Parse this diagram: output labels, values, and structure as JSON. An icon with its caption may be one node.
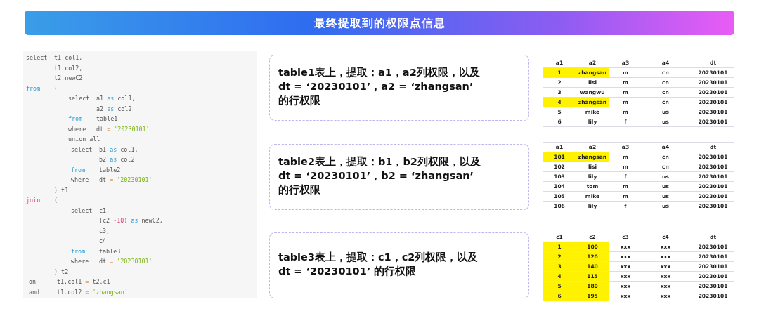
{
  "diagram": {
    "title": "最终提取到的权限点信息",
    "nodes": [
      {
        "text": [
          "select t1.col1,",
          "t1.col2,",
          "t2.newC2",
          "from (",
          "select a1 as col1,",
          "a2 as col2",
          "from table1",
          "where dt = '20230101'",
          "union all",
          "select b1 as col1,",
          "b2 as col2",
          "from table2",
          "where dt = '20230101'",
          ") t1",
          "join (",
          "select c1,",
          "(c2 -10) as newC2,",
          "c3,",
          "c4",
          "from table3",
          "where dt = '20230101'",
          ") t2",
          "on t1.col1 = t2.c1",
          "and t1.col2 = 'zhangsan'"
        ]
      },
      {
        "text": [
          "table1表上，提取：a1，a2列权限，以及dt = ‘20230101’，a2 = ‘zhangsan’ 的行权限"
        ]
      },
      {
        "text": [
          "table2表上，提取：b1，b2列权限，以及dt = ‘20230101’，b2 = ‘zhangsan’ 的行权限"
        ]
      },
      {
        "text": [
          "table3表上，提取：c1，c2列权限，以及dt = ‘20230101’ 的行权限"
        ]
      }
    ],
    "labels": [
      "a1",
      "a2",
      "a3",
      "a4",
      "dt",
      "1",
      "zhangsan",
      "m",
      "cn",
      "20230101",
      "2",
      "lisi",
      "m",
      "cn",
      "20230101",
      "3",
      "wangwu",
      "m",
      "cn",
      "20230101",
      "4",
      "zhangsan",
      "m",
      "cn",
      "20230101",
      "5",
      "mike",
      "m",
      "us",
      "20230101",
      "6",
      "lily",
      "f",
      "us",
      "20230101",
      "a1",
      "a2",
      "a3",
      "a4",
      "dt",
      "101",
      "zhangsan",
      "m",
      "cn",
      "20230101",
      "102",
      "lisi",
      "m",
      "cn",
      "20230101",
      "103",
      "lily",
      "f",
      "us",
      "20230101",
      "104",
      "tom",
      "m",
      "us",
      "20230101",
      "105",
      "mike",
      "m",
      "us",
      "20230101",
      "106",
      "lily",
      "f",
      "us",
      "20230101",
      "c1",
      "c2",
      "c3",
      "c4",
      "dt",
      "1",
      "100",
      "xxx",
      "xxx",
      "20230101",
      "2",
      "120",
      "xxx",
      "xxx",
      "20230101",
      "3",
      "140",
      "xxx",
      "xxx",
      "20230101",
      "4",
      "115",
      "xxx",
      "xxx",
      "20230101",
      "5",
      "180",
      "xxx",
      "xxx",
      "20230101",
      "6",
      "195",
      "xxx",
      "xxx",
      "20230101"
    ]
  }
}
